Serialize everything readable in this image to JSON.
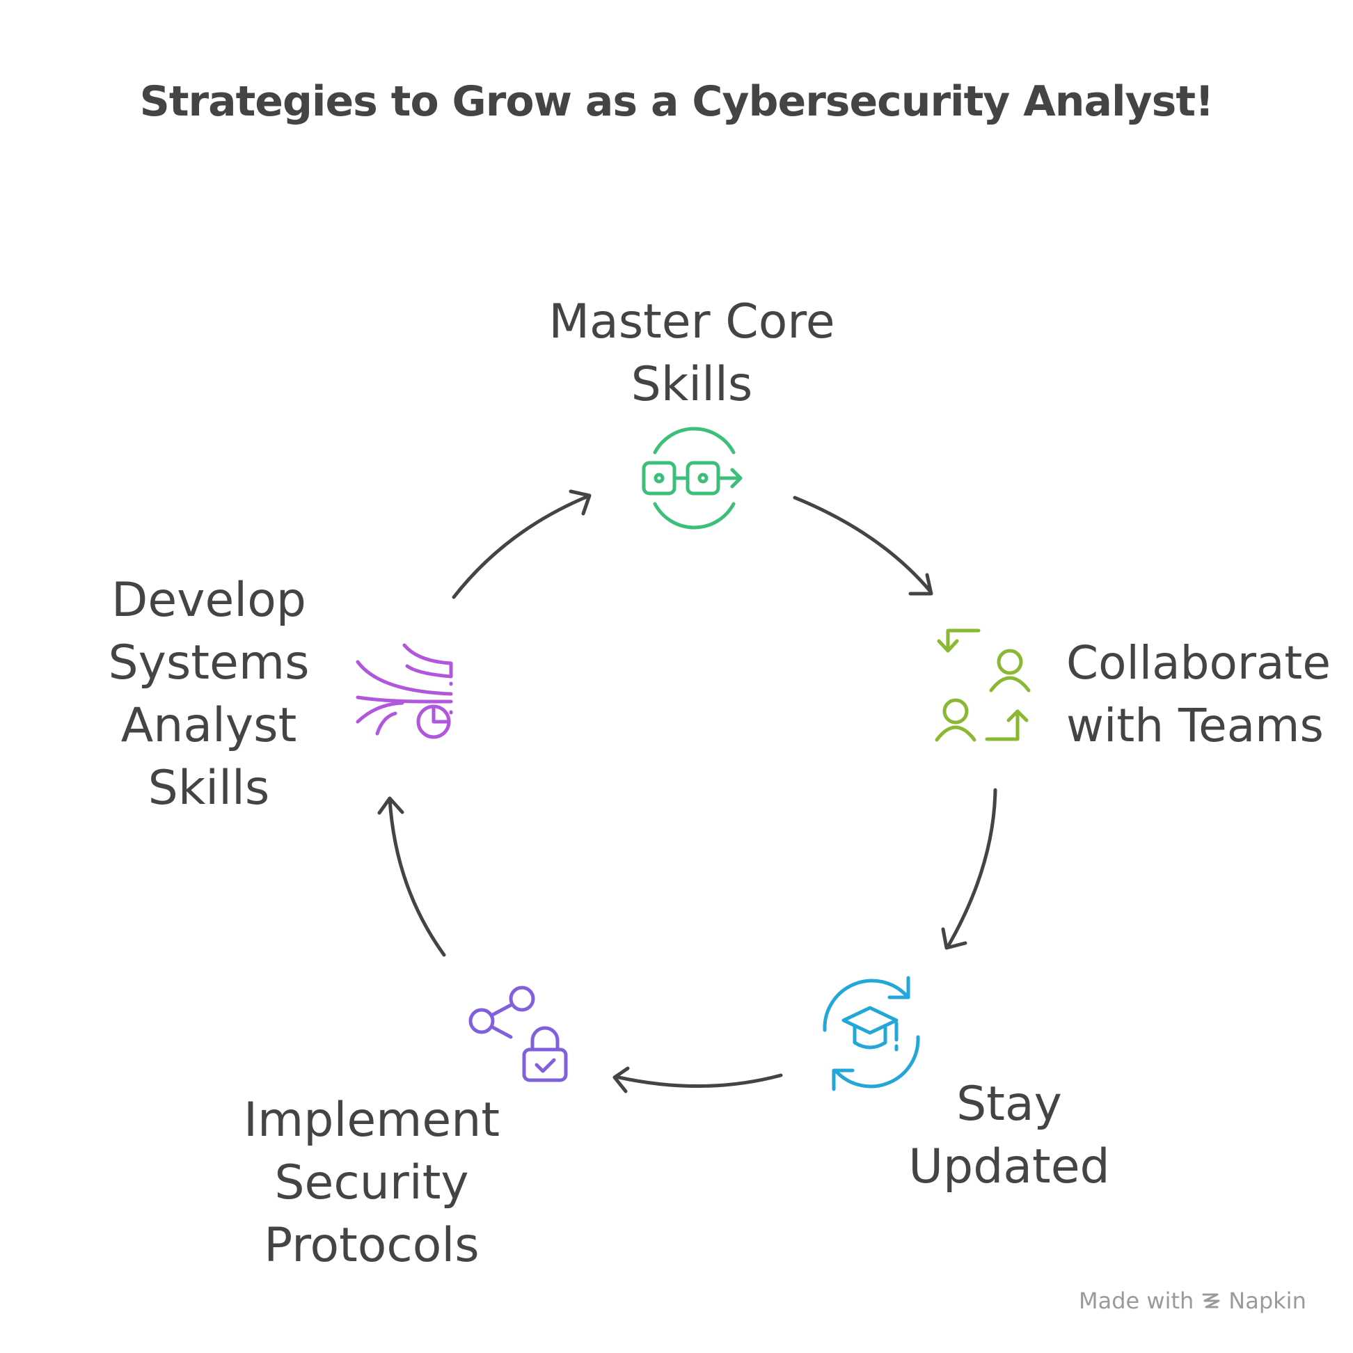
{
  "title": "Strategies to Grow as a Cybersecurity Analyst!",
  "steps": [
    {
      "lines": [
        "Master Core",
        "Skills"
      ],
      "icon": "glasses-arrow-cycle-icon",
      "color": "#3cbf7a"
    },
    {
      "lines": [
        "Collaborate",
        "with Teams"
      ],
      "icon": "team-exchange-icon",
      "color": "#8ab832"
    },
    {
      "lines": [
        "Stay",
        "Updated"
      ],
      "icon": "graduation-cap-refresh-icon",
      "color": "#22a7d8"
    },
    {
      "lines": [
        "Implement",
        "Security",
        "Protocols"
      ],
      "icon": "share-lock-icon",
      "color": "#8060dd"
    },
    {
      "lines": [
        "Develop",
        "Systems",
        "Analyst",
        "Skills"
      ],
      "icon": "wind-pie-chart-icon",
      "color": "#b057dd"
    }
  ],
  "footer": {
    "made_with": "Made with",
    "brand": "Napkin"
  },
  "colors": {
    "text": "#444444",
    "arrow": "#444444",
    "footer": "#9a9a9a"
  }
}
